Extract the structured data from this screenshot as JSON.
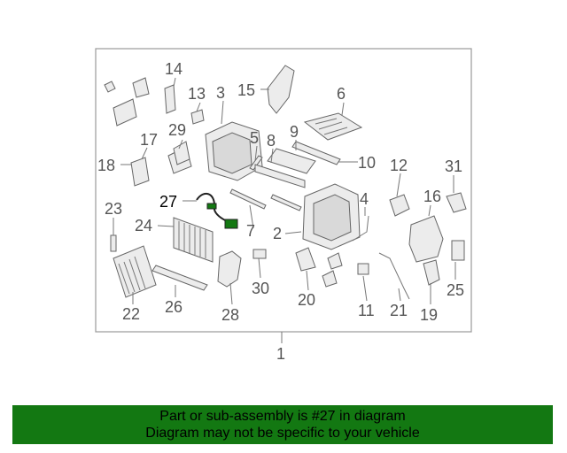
{
  "diagram": {
    "callouts": {
      "c1": "1",
      "c2": "2",
      "c3": "3",
      "c4": "4",
      "c5": "5",
      "c6": "6",
      "c7": "7",
      "c8": "8",
      "c9": "9",
      "c10": "10",
      "c11": "11",
      "c12": "12",
      "c13": "13",
      "c14": "14",
      "c15": "15",
      "c16": "16",
      "c17": "17",
      "c18": "18",
      "c19": "19",
      "c20": "20",
      "c21": "21",
      "c22": "22",
      "c23": "23",
      "c24": "24",
      "c25": "25",
      "c26": "26",
      "c27": "27",
      "c28": "28",
      "c29": "29",
      "c30": "30",
      "c31": "31"
    },
    "highlight_color": "#137812"
  },
  "footer": {
    "line1": "Part or sub-assembly is #27 in diagram",
    "line2": "Diagram may not be specific to your vehicle",
    "background": "#137812"
  }
}
